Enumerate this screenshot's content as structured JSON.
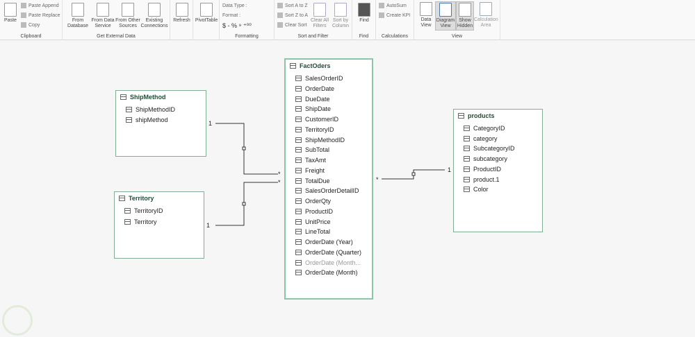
{
  "ribbon": {
    "clipboard": {
      "paste": "Paste",
      "paste_append": "Paste Append",
      "paste_replace": "Paste Replace",
      "copy": "Copy",
      "label": "Clipboard"
    },
    "external": {
      "from_database": "From Database",
      "from_data_service": "From Data Service",
      "from_other_sources": "From Other Sources",
      "existing_connections": "Existing Connections",
      "label": "Get External Data"
    },
    "refresh": "Refresh",
    "pivottable": "PivotTable",
    "formatting": {
      "data_type": "Data Type :",
      "format": "Format :",
      "symbols": "$ - % ⁹ ⁺⁰⁰",
      "label": "Formatting"
    },
    "sort": {
      "a_to_z": "Sort A to Z",
      "z_to_a": "Sort Z to A",
      "clear_sort": "Clear Sort",
      "clear_filters": "Clear All Filters",
      "sort_by_column": "Sort by Column",
      "label": "Sort and Filter"
    },
    "find": {
      "button": "Find",
      "label": "Find"
    },
    "calc": {
      "autosum": "AutoSum",
      "create_kpi": "Create KPI",
      "label": "Calculations"
    },
    "view": {
      "data_view": "Data View",
      "diagram_view": "Diagram View",
      "show_hidden": "Show Hidden",
      "calc_area": "Calculation Area",
      "label": "View"
    }
  },
  "tables": {
    "shipmethod": {
      "title": "ShipMethod",
      "columns": [
        "ShipMethodID",
        "shipMethod"
      ]
    },
    "territory": {
      "title": "Territory",
      "columns": [
        "TerritoryID",
        "Territory"
      ]
    },
    "factoders": {
      "title": "FactOders",
      "columns": [
        "SalesOrderID",
        "OrderDate",
        "DueDate",
        "ShipDate",
        "CustomerID",
        "TerritoryID",
        "ShipMethodID",
        "SubTotal",
        "TaxAmt",
        "Freight",
        "TotalDue",
        "SalesOrderDetailID",
        "OrderQty",
        "ProductID",
        "UnitPrice",
        "LineTotal",
        "OrderDate (Year)",
        "OrderDate (Quarter)",
        "OrderDate (Month...",
        "OrderDate (Month)"
      ]
    },
    "products": {
      "title": "products",
      "columns": [
        "CategoryID",
        "category",
        "SubcategoryID",
        "subcategory",
        "ProductID",
        "product.1",
        "Color"
      ]
    }
  },
  "relationships": {
    "one": "1",
    "many": "*"
  }
}
